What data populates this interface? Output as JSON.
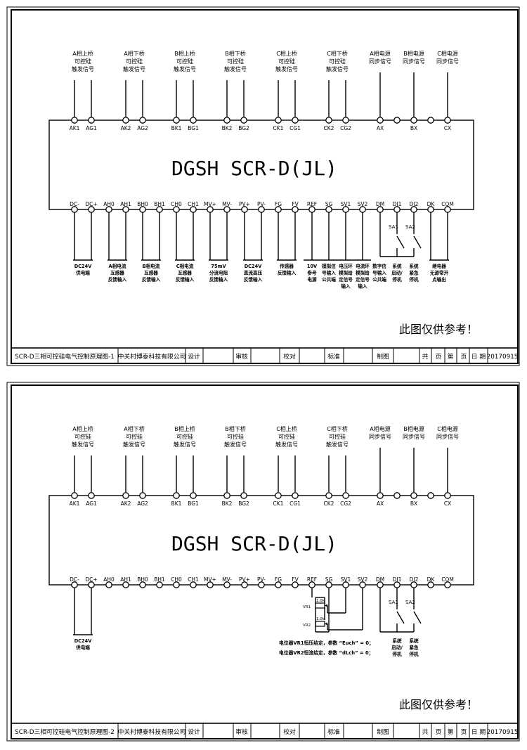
{
  "sheets": [
    {
      "model": "DGSH SCR-D(JL)",
      "note": "此图仅供参考！",
      "top_signals": [
        {
          "lines": [
            "A相上桥",
            "可控硅",
            "触发信号"
          ]
        },
        {
          "lines": [
            "A相下桥",
            "可控硅",
            "触发信号"
          ]
        },
        {
          "lines": [
            "B相上桥",
            "可控硅",
            "触发信号"
          ]
        },
        {
          "lines": [
            "B相下桥",
            "可控硅",
            "触发信号"
          ]
        },
        {
          "lines": [
            "C相上桥",
            "可控硅",
            "触发信号"
          ]
        },
        {
          "lines": [
            "C相下桥",
            "可控硅",
            "触发信号"
          ]
        },
        {
          "lines": [
            "A相电源",
            "同步信号"
          ]
        },
        {
          "lines": [
            "B相电源",
            "同步信号"
          ]
        },
        {
          "lines": [
            "C相电源",
            "同步信号"
          ]
        }
      ],
      "top_terminals": [
        "AK1",
        "AG1",
        "AK2",
        "AG2",
        "BK1",
        "BG1",
        "BK2",
        "BG2",
        "CK1",
        "CG1",
        "CK2",
        "CG2",
        "AX",
        "",
        "BX",
        "",
        "CX"
      ],
      "bottom_terminals": [
        "DC-",
        "DC+",
        "AH0",
        "AH1",
        "BH0",
        "BH1",
        "CH0",
        "CH1",
        "MV+",
        "MV-",
        "PV+",
        "PV-",
        "FG",
        "FV",
        "REF",
        "SG",
        "SV1",
        "SV2",
        "DM",
        "DI1",
        "DI2",
        "DK",
        "COM"
      ],
      "bottom_descriptions": [
        {
          "lines": [
            "DC24V",
            "供电端"
          ]
        },
        {
          "lines": [
            "A相电流",
            "互感器",
            "反馈输入"
          ]
        },
        {
          "lines": [
            "B相电流",
            "互感器",
            "反馈输入"
          ]
        },
        {
          "lines": [
            "C相电流",
            "互感器",
            "反馈输入"
          ]
        },
        {
          "lines": [
            "75mV",
            "分流电阻",
            "反馈输入"
          ]
        },
        {
          "lines": [
            "DC24V",
            "直流高压",
            "反馈输入"
          ]
        },
        {
          "lines": [
            "传感器",
            "反馈输入"
          ]
        },
        {
          "lines": [
            "10V",
            "参考",
            "电源"
          ]
        },
        {
          "lines": [
            "模拟信",
            "号输入",
            "公共端"
          ]
        },
        {
          "lines": [
            "电压环",
            "模拟给",
            "定信号",
            "输入"
          ]
        },
        {
          "lines": [
            "电流环",
            "模拟给",
            "定信号",
            "输入"
          ]
        },
        {
          "lines": [
            "数字信",
            "号输入",
            "公共端"
          ]
        },
        {
          "lines": [
            "系统",
            "启动/",
            "停机"
          ]
        },
        {
          "lines": [
            "系统",
            "紧急",
            "停机"
          ]
        },
        {
          "lines": [
            "继电器",
            "无源常开",
            "点输出"
          ]
        }
      ],
      "switches": [
        "SA1",
        "SA2"
      ],
      "title_block": {
        "drawing_name": "SCR-D三相可控硅电气控制原理图-1",
        "company": "中关村博泰科技有限公司",
        "design": "设计",
        "review": "审核",
        "proof": "校对",
        "standard": "标准",
        "draft": "制图",
        "total": "共",
        "page": "页",
        "page_no": "第",
        "page2": "页",
        "date_label": "日 期",
        "date": "20170915"
      }
    },
    {
      "model": "DGSH SCR-D(JL)",
      "note": "此图仅供参考！",
      "top_signals": [
        {
          "lines": [
            "A相上桥",
            "可控硅",
            "触发信号"
          ]
        },
        {
          "lines": [
            "A相下桥",
            "可控硅",
            "触发信号"
          ]
        },
        {
          "lines": [
            "B相上桥",
            "可控硅",
            "触发信号"
          ]
        },
        {
          "lines": [
            "B相下桥",
            "可控硅",
            "触发信号"
          ]
        },
        {
          "lines": [
            "C相上桥",
            "可控硅",
            "触发信号"
          ]
        },
        {
          "lines": [
            "C相下桥",
            "可控硅",
            "触发信号"
          ]
        },
        {
          "lines": [
            "A相电源",
            "同步信号"
          ]
        },
        {
          "lines": [
            "B相电源",
            "同步信号"
          ]
        },
        {
          "lines": [
            "C相电源",
            "同步信号"
          ]
        }
      ],
      "top_terminals": [
        "AK1",
        "AG1",
        "AK2",
        "AG2",
        "BK1",
        "BG1",
        "BK2",
        "BG2",
        "CK1",
        "CG1",
        "CK2",
        "CG2",
        "AX",
        "",
        "BX",
        "",
        "CX"
      ],
      "bottom_terminals": [
        "DC-",
        "DC+",
        "AH0",
        "AH1",
        "BH0",
        "BH1",
        "CH0",
        "CH1",
        "MV+",
        "MV-",
        "PV+",
        "PV-",
        "FG",
        "FV",
        "REF",
        "SG",
        "SV1",
        "SV2",
        "DM",
        "DI1",
        "DI2",
        "DK",
        "COM"
      ],
      "bottom_descriptions": [
        {
          "lines": [
            "DC24V",
            "供电端"
          ]
        },
        {
          "lines": [
            "系统",
            "启动/",
            "停机"
          ]
        },
        {
          "lines": [
            "系统",
            "紧急",
            "停机"
          ]
        }
      ],
      "switches": [
        "SA1",
        "SA2"
      ],
      "potentiometers": [
        {
          "name": "VR1",
          "value": "1.0k"
        },
        {
          "name": "VR2",
          "value": "1.0k"
        }
      ],
      "pot_notes": [
        "电位器VR1恒压给定，参数 “Euch” = 0；",
        "电位器VR2恒流给定，参数 “dLch” = 0；"
      ],
      "title_block": {
        "drawing_name": "SCR-D三相可控硅电气控制原理图-2",
        "company": "中关村博泰科技有限公司",
        "design": "设计",
        "review": "审核",
        "proof": "校对",
        "standard": "标准",
        "draft": "制图",
        "total": "共",
        "page": "页",
        "page_no": "第",
        "page2": "页",
        "date_label": "日 期",
        "date": "20170915"
      }
    }
  ]
}
